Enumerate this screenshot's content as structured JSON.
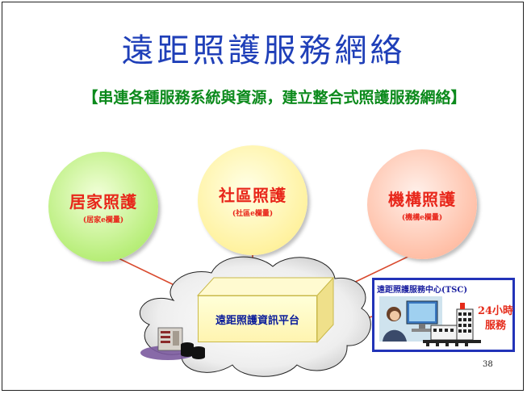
{
  "title": "遠距照護服務網絡",
  "subtitle": "【串連各種服務系統與資源，建立整合式照護服務網絡】",
  "bubbles": [
    {
      "label": "居家照護",
      "sub": "(居家e欄量)",
      "color": "#b8ee7a"
    },
    {
      "label": "社區照護",
      "sub": "(社區e欄量)",
      "color": "#fff2a0"
    },
    {
      "label": "機構照護",
      "sub": "(機構e欄量)",
      "color": "#ffc0a8"
    }
  ],
  "platform_label": "遠距照護資訊平台",
  "tsc": {
    "header": "遠距照護服務中心(TSC)",
    "hours_line1": "24小時",
    "hours_line2": "服務"
  },
  "page_number": "38",
  "colors": {
    "title": "#1f3fb8",
    "subtitle": "#0c8a1c",
    "bubble_text": "#e8261a",
    "connector": "#d94a2e",
    "platform_text": "#0a1c9a",
    "tsc_border": "#2233b8"
  }
}
